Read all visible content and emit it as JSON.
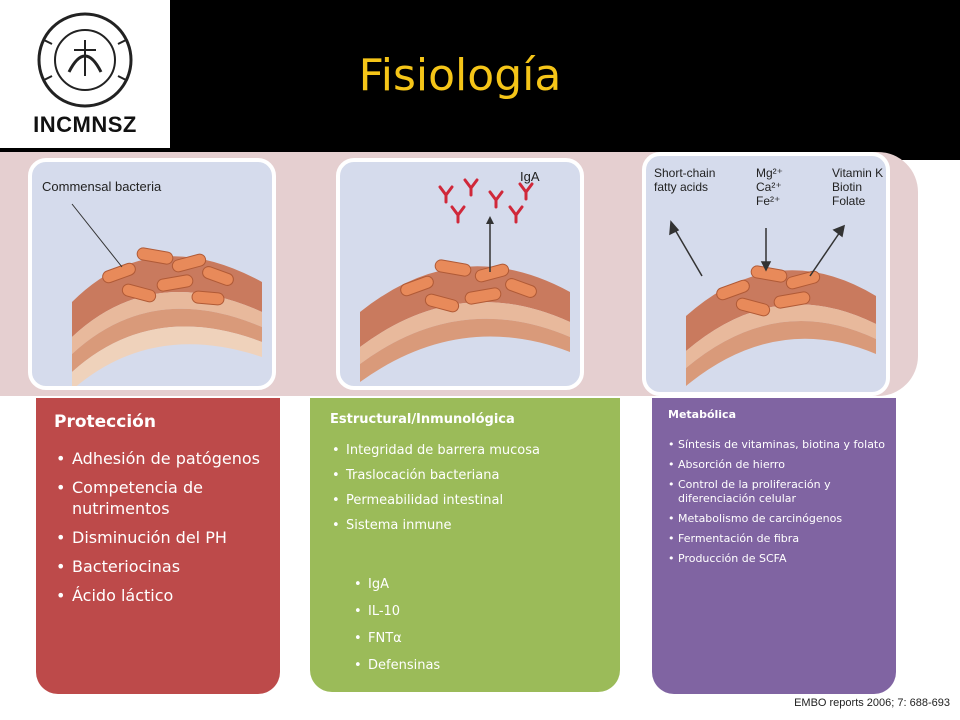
{
  "header": {
    "title": "Fisiología",
    "logo_text": "INCMNSZ"
  },
  "illustrations": {
    "left": {
      "label": "Commensal bacteria"
    },
    "middle": {
      "label": "IgA"
    },
    "right": {
      "label_scfa": [
        "Short-chain",
        "fatty acids"
      ],
      "label_minerals": [
        "Mg²⁺",
        "Ca²⁺",
        "Fe²⁺"
      ],
      "label_vitamins": [
        "Vitamin K",
        "Biotin",
        "Folate"
      ]
    }
  },
  "cards": {
    "proteccion": {
      "title": "Protección",
      "items": [
        "Adhesión de patógenos",
        "Competencia de nutrimentos",
        "Disminución del PH",
        "Bacteriocinas",
        "Ácido láctico"
      ]
    },
    "estructural": {
      "title": "Estructural/Inmunológica",
      "items": [
        "Integridad de barrera mucosa",
        "Traslocación bacteriana",
        "Permeabilidad intestinal",
        "Sistema inmune"
      ],
      "subitems": [
        "IgA",
        "IL-10",
        "FNTα",
        "Defensinas"
      ]
    },
    "metabolica": {
      "title": "Metabólica",
      "items": [
        "Síntesis de vitaminas, biotina y folato",
        "Absorción de hierro",
        "Control de la proliferación y diferenciación celular",
        "Metabolismo de carcinógenos",
        "Fermentación de fibra",
        "Producción de SCFA"
      ]
    }
  },
  "citation": "EMBO reports 2006; 7: 688-693",
  "colors": {
    "title": "#f5c518",
    "proteccion": "#bd4a4a",
    "estructural": "#9bbb59",
    "metabolica": "#8064a2",
    "band": "#e5cfd0"
  }
}
